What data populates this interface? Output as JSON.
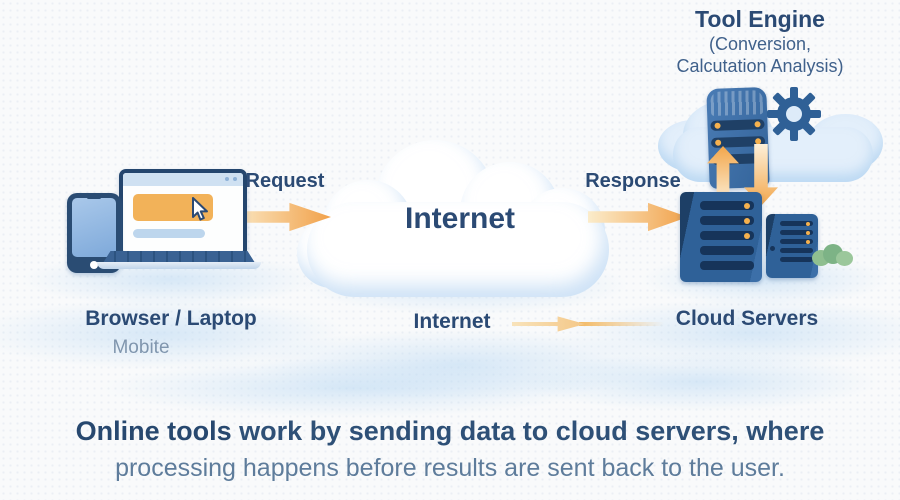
{
  "tool_engine": {
    "title": "Tool Engine",
    "subtitle_line1": "(Conversion,",
    "subtitle_line2": "Calcutation Analysis)"
  },
  "flow": {
    "request_label": "Request",
    "response_label": "Response",
    "internet_cloud_label": "Internet"
  },
  "legend": {
    "browser_laptop": "Browser / Laptop",
    "mobile": "Mobite",
    "internet": "Internet",
    "cloud_servers": "Cloud Servers"
  },
  "caption": {
    "line1_lead": "Online tools",
    "line1_rest": " work by sending data to cloud servers, where",
    "line2": "processing happens before results are sent back to the user."
  },
  "icons": {
    "smartphone": "smartphone-icon (css shape)",
    "laptop": "laptop-icon (css shape)",
    "cursor": "cursor-icon (svg arrow pointer)",
    "cloud": "cloud-icon (css ellipses)",
    "database_stack": "database-stack-icon (css shape)",
    "gear": "gear-icon (svg 8-tooth gear)",
    "server_large": "server-tower-large-icon (css shape)",
    "server_small": "server-tower-small-icon (css shape)",
    "bush": "bush-icon (green blobs)",
    "arrow_right": "arrow-right-icon (orange gradient)",
    "arrow_up": "arrow-up-icon (orange gradient)",
    "arrow_down": "arrow-down-icon (orange gradient)"
  },
  "colors": {
    "background": "#f9fafb",
    "navy_text": "#2b4a74",
    "subtitle_text": "#40618b",
    "caption_light_text": "#5e7c9b",
    "mobile_label_text": "#8096ae",
    "arrow_orange": "#f1a14a",
    "arrow_orange_light": "#fbeccb",
    "server_front": "#2f6198",
    "server_side": "#1d3f66",
    "slot_navy": "#16345a",
    "dot_orange": "#f5b14e",
    "cloud_shade": "#a5cbee",
    "screen_blue": "#8db3de",
    "bush_green": "#8fbf90"
  }
}
